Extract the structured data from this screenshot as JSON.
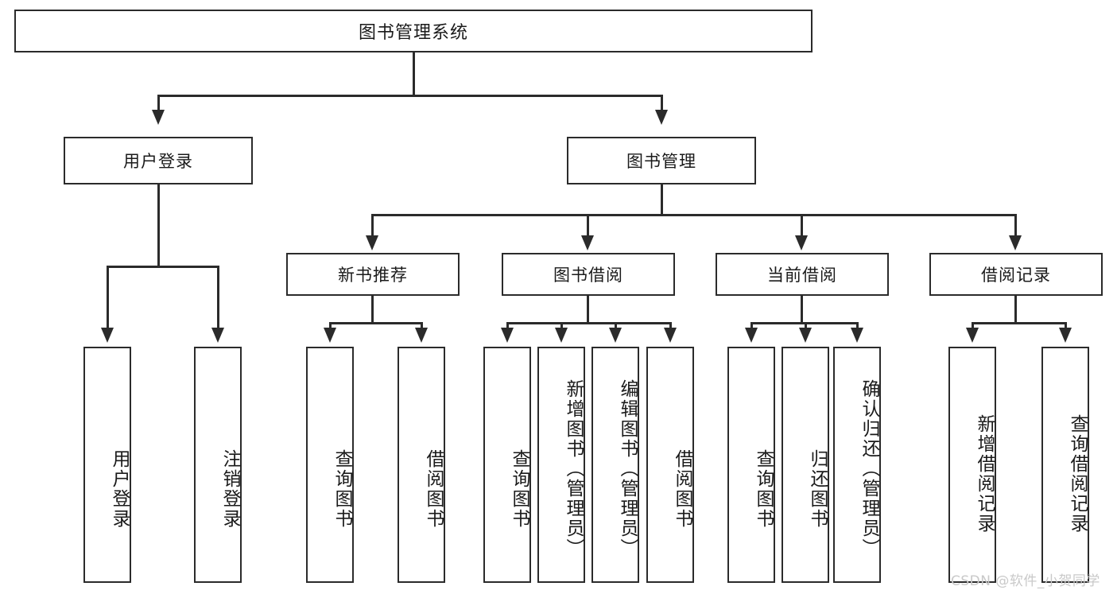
{
  "diagram": {
    "type": "tree-hierarchy",
    "root": {
      "label": "图书管理系统"
    },
    "level2": [
      {
        "label": "用户登录"
      },
      {
        "label": "图书管理"
      }
    ],
    "level3": [
      {
        "label": "新书推荐"
      },
      {
        "label": "图书借阅"
      },
      {
        "label": "当前借阅"
      },
      {
        "label": "借阅记录"
      }
    ],
    "leaves": {
      "user_login": [
        {
          "label": "用户登录"
        },
        {
          "label": "注销登录"
        }
      ],
      "new_book_recommend": [
        {
          "label": "查询图书"
        },
        {
          "label": "借阅图书"
        }
      ],
      "book_borrow": [
        {
          "label": "查询图书"
        },
        {
          "label": "新增图书（管理员）"
        },
        {
          "label": "编辑图书（管理员）"
        },
        {
          "label": "借阅图书"
        }
      ],
      "current_borrow": [
        {
          "label": "查询图书"
        },
        {
          "label": "归还图书"
        },
        {
          "label": "确认归还（管理员）"
        }
      ],
      "borrow_record": [
        {
          "label": "新增借阅记录"
        },
        {
          "label": "查询借阅记录"
        }
      ]
    }
  },
  "watermark": {
    "text": "CSDN @软件_小贺同学"
  },
  "colors": {
    "stroke": "#2b2b2b",
    "background": "#ffffff",
    "text": "#1a1a1a",
    "watermark": "#c9c9c9"
  }
}
